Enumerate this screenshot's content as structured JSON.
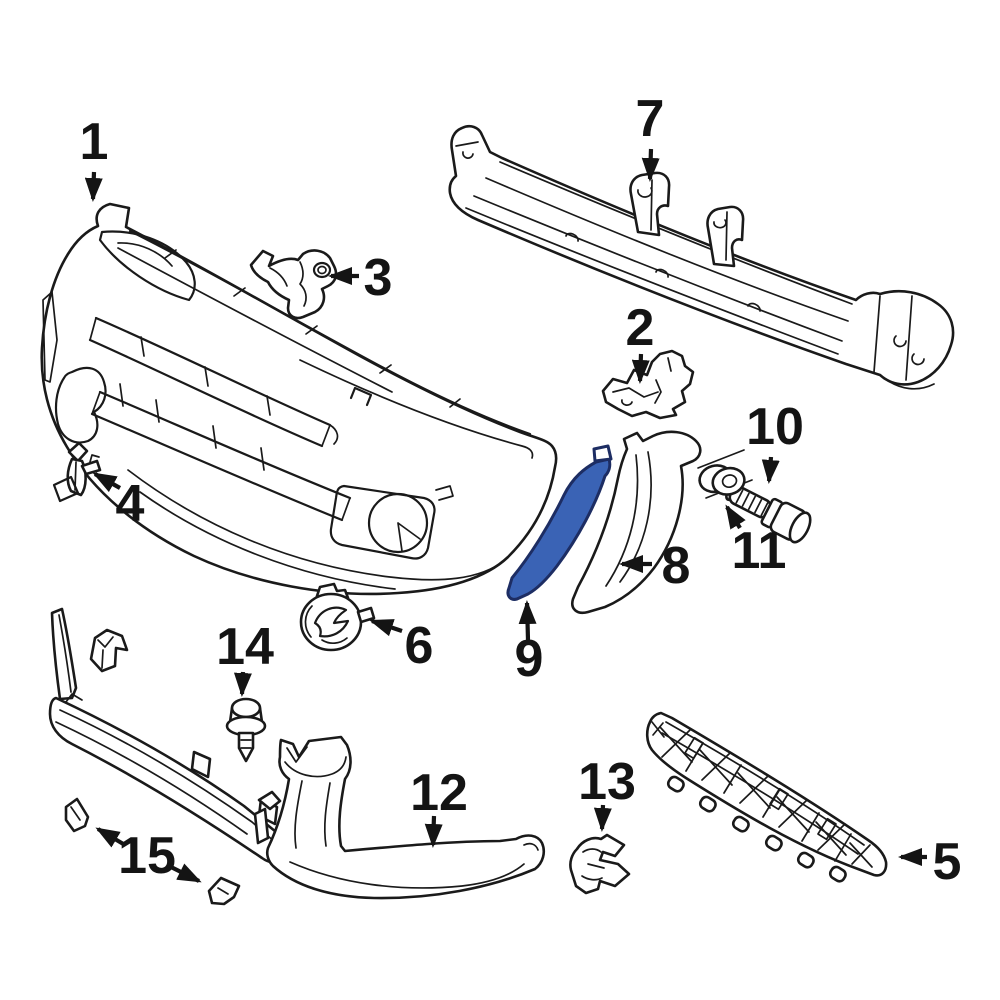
{
  "diagram": {
    "type": "exploded-parts-diagram",
    "subject": "front-bumper-assembly",
    "colors": {
      "background": "#ffffff",
      "line": "#1a1a1a",
      "highlight_fill": "#3a63b5",
      "highlight_outline": "#1d2d63"
    },
    "callouts": [
      {
        "number": "1",
        "part": "front-bumper-cover"
      },
      {
        "number": "2",
        "part": "bumper-support-bracket-center"
      },
      {
        "number": "3",
        "part": "bumper-side-mounting-bracket"
      },
      {
        "number": "4",
        "part": "bumper-lower-bracket"
      },
      {
        "number": "5",
        "part": "lower-grille-mesh-insert"
      },
      {
        "number": "6",
        "part": "front-emblem"
      },
      {
        "number": "7",
        "part": "bumper-reinforcement-impact-bar"
      },
      {
        "number": "8",
        "part": "bumper-side-spacer"
      },
      {
        "number": "9",
        "part": "bumper-side-support-highlighted"
      },
      {
        "number": "10",
        "part": "mounting-bolt"
      },
      {
        "number": "11",
        "part": "grommet-nut"
      },
      {
        "number": "12",
        "part": "lower-valance-arm"
      },
      {
        "number": "13",
        "part": "retainer-clip"
      },
      {
        "number": "14",
        "part": "push-pin-clip"
      },
      {
        "number": "15",
        "part": "small-retainer-clips"
      }
    ]
  }
}
